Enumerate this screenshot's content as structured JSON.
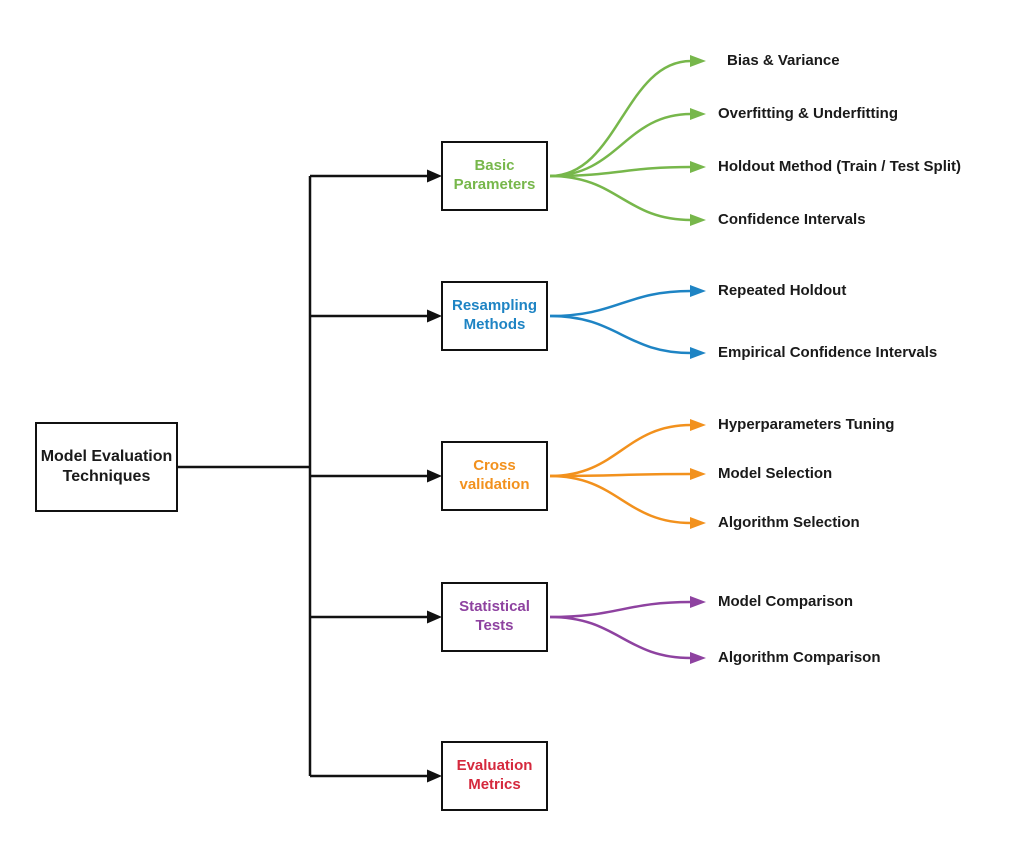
{
  "diagram": {
    "background_color": "#ffffff",
    "line_color": "#111111",
    "root": {
      "label": "Model Evaluation\nTechniques"
    },
    "branches": [
      {
        "label": "Basic\nParameters",
        "color": "#77b74b",
        "children": [
          "Bias & Variance",
          "Overfitting & Underfitting",
          "Holdout Method (Train / Test Split)",
          "Confidence Intervals"
        ]
      },
      {
        "label": "Resampling\nMethods",
        "color": "#1e84c4",
        "children": [
          "Repeated Holdout",
          "Empirical Confidence Intervals"
        ]
      },
      {
        "label": "Cross\nvalidation",
        "color": "#f2911d",
        "children": [
          "Hyperparameters Tuning",
          "Model Selection",
          "Algorithm Selection"
        ]
      },
      {
        "label": "Statistical\nTests",
        "color": "#8e42a0",
        "children": [
          "Model Comparison",
          "Algorithm Comparison"
        ]
      },
      {
        "label": "Evaluation\nMetrics",
        "color": "#d5293d",
        "children": []
      }
    ]
  }
}
